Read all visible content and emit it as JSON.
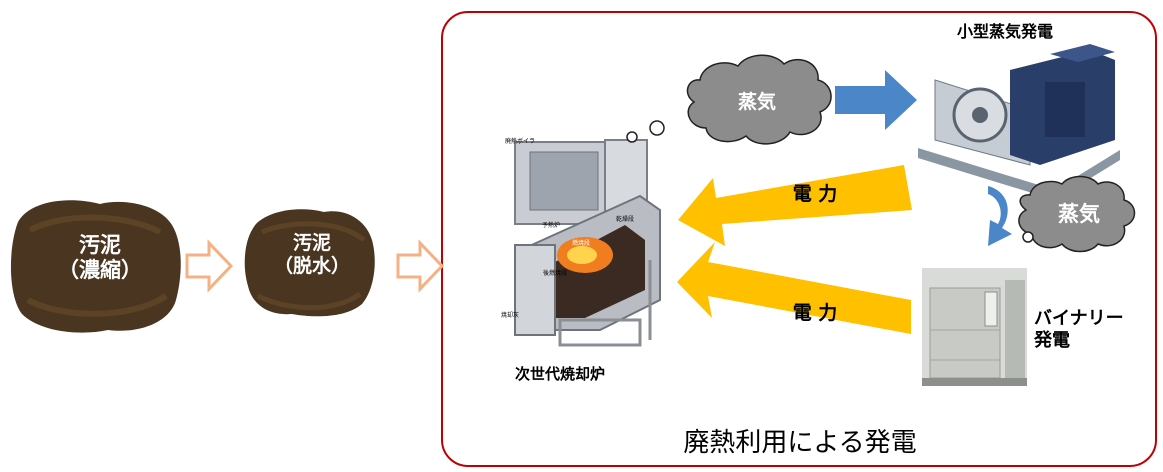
{
  "sludge_concentrated": "汚泥\n（濃縮）",
  "sludge_dewatered": "汚泥\n（脱水）",
  "incinerator_label": "次世代焼却炉",
  "furnace_parts": {
    "waste_boiler": "廃熱ボイラ",
    "drying_zone": "乾燥段",
    "combustion_zone": "燃焼段",
    "post_combustion_zone": "後燃焼段",
    "ash": "焼却灰",
    "preheat": "予熱炉"
  },
  "steam_top": "蒸気",
  "steam_right": "蒸気",
  "small_steam_generation": "小型蒸気発電",
  "binary_generation": "バイナリー\n発電",
  "power_upper": "電 力",
  "power_lower": "電 力",
  "caption": "廃熱利用による発電",
  "colors": {
    "frame_border": "#c00000",
    "flow_arrow": "#f4b183",
    "steam_arrow": "#4a86c8",
    "power_arrow": "#ffc000",
    "cloud_fill": "#8c8c8c",
    "sludge_fill": "#4a3520"
  }
}
